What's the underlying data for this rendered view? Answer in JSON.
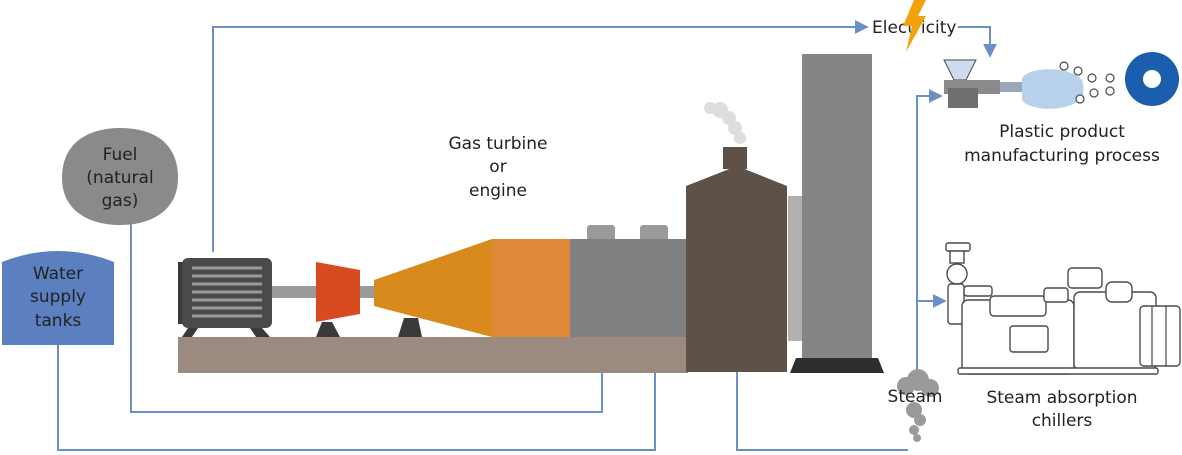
{
  "labels": {
    "fuel": [
      "Fuel",
      "(natural",
      "gas)"
    ],
    "water": [
      "Water",
      "supply",
      "tanks"
    ],
    "turbine": [
      "Gas turbine",
      "or",
      "engine"
    ],
    "electricity": "Electricity",
    "plastic": [
      "Plastic product",
      "manufacturing process"
    ],
    "steam": "Steam",
    "chillers": [
      "Steam absorption",
      "chillers"
    ]
  },
  "colors": {
    "flow_line": "#6b8fc7",
    "fuel_tank": "#8a8a8a",
    "water_tank": "#5b7fbf",
    "base_platform": "#9a8a80",
    "motor": "#4a4a4a",
    "compressor_red": "#d84a1f",
    "turbine_orange": "#d98a1c",
    "casing_gray": "#808080",
    "boiler_brown": "#5e5248",
    "stack_gray": "#858585",
    "lightning": "#f2a20d",
    "product_roll": "#1b5eae"
  },
  "icons": [
    "lightning-icon",
    "steam-icon",
    "smoke-icon",
    "product-roll-icon",
    "chiller-icon",
    "molding-machine-icon"
  ]
}
